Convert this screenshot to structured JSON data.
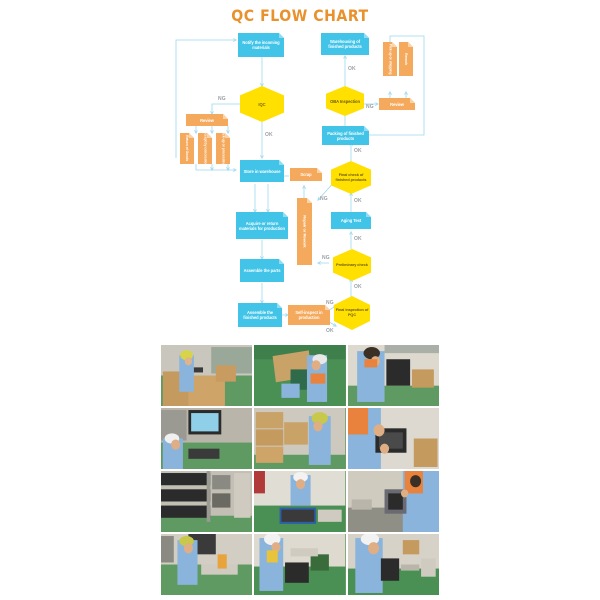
{
  "title": "QC FLOW CHART",
  "theme": {
    "title_color": "#E8912D",
    "process_color": "#41C4E8",
    "document_color": "#F5A95C",
    "decision_color": "#FFE000",
    "connector_color": "#9CD8EE",
    "label_color": "#9AA0A6",
    "background": "#FFFFFF"
  },
  "flowchart": {
    "nodes": [
      {
        "id": "notify",
        "label": "Notify the incoming materials",
        "shape": "process",
        "color": "#41C4E8"
      },
      {
        "id": "iqc",
        "label": "IQC",
        "shape": "decision",
        "color": "#FFE000"
      },
      {
        "id": "review_left",
        "label": "Review",
        "shape": "document",
        "color": "#F5A95C"
      },
      {
        "id": "return_goods",
        "label": "Return of Goods",
        "shape": "document-v",
        "color": "#F5A95C"
      },
      {
        "id": "accept_conc",
        "label": "Accept by concession",
        "shape": "document-v",
        "color": "#F5A95C"
      },
      {
        "id": "pickup_proc",
        "label": "Pick-up or processing",
        "shape": "document-v",
        "color": "#F5A95C"
      },
      {
        "id": "store_wh",
        "label": "Store in warehouse",
        "shape": "process",
        "color": "#41C4E8"
      },
      {
        "id": "acquire",
        "label": "Acquire or return materials for production",
        "shape": "process",
        "color": "#41C4E8"
      },
      {
        "id": "assemble_parts",
        "label": "Assemble the parts",
        "shape": "process",
        "color": "#41C4E8"
      },
      {
        "id": "assemble_fin",
        "label": "Assemble the finished products",
        "shape": "process",
        "color": "#41C4E8"
      },
      {
        "id": "self_inspect",
        "label": "Self-inspect in production",
        "shape": "document",
        "color": "#F5A95C"
      },
      {
        "id": "final_pqc",
        "label": "Final inspection of PQC",
        "shape": "decision",
        "color": "#FFE000"
      },
      {
        "id": "prelim_check",
        "label": "Preliminary check",
        "shape": "decision",
        "color": "#FFE000"
      },
      {
        "id": "aging_test",
        "label": "Aging Test",
        "shape": "process",
        "color": "#41C4E8"
      },
      {
        "id": "final_check",
        "label": "Final check of finished products",
        "shape": "decision",
        "color": "#FFE000"
      },
      {
        "id": "repair_rework",
        "label": "Repair or Rework",
        "shape": "document-v",
        "color": "#F5A95C"
      },
      {
        "id": "scrap",
        "label": "Scrap",
        "shape": "document",
        "color": "#F5A95C"
      },
      {
        "id": "packing",
        "label": "Packing of finished products",
        "shape": "process",
        "color": "#41C4E8"
      },
      {
        "id": "oba",
        "label": "OBA Inspection",
        "shape": "decision",
        "color": "#FFE000"
      },
      {
        "id": "warehousing",
        "label": "Warehousing of finished products",
        "shape": "process",
        "color": "#41C4E8"
      },
      {
        "id": "pickup_ship",
        "label": "Pick-up or shipping",
        "shape": "document-v",
        "color": "#F5A95C"
      },
      {
        "id": "rework_right",
        "label": "Rework",
        "shape": "document-v",
        "color": "#F5A95C"
      },
      {
        "id": "review_right",
        "label": "Review",
        "shape": "document",
        "color": "#F5A95C"
      }
    ],
    "edge_labels": [
      {
        "id": "iqc_ng",
        "text": "NG"
      },
      {
        "id": "iqc_ok",
        "text": "OK"
      },
      {
        "id": "pqc_ng",
        "text": "NG"
      },
      {
        "id": "pqc_ok_down",
        "text": "OK"
      },
      {
        "id": "pqc_ok_up",
        "text": "OK"
      },
      {
        "id": "prelim_ng",
        "text": "NG"
      },
      {
        "id": "prelim_ok",
        "text": "OK"
      },
      {
        "id": "aging_ok",
        "text": "OK"
      },
      {
        "id": "final_ng",
        "text": "NG"
      },
      {
        "id": "final_ok",
        "text": "OK"
      },
      {
        "id": "oba_ng",
        "text": "NG"
      },
      {
        "id": "oba_ok",
        "text": "OK"
      }
    ]
  },
  "photos": {
    "count": 12,
    "caption": "factory production and QC inspection photos",
    "items": [
      {
        "id": "photo-1",
        "alt": "worker packing carton boxes"
      },
      {
        "id": "photo-2",
        "alt": "workers boxing product at table"
      },
      {
        "id": "photo-3",
        "alt": "worker inspecting product at shelf"
      },
      {
        "id": "photo-4",
        "alt": "operator at computer workstation"
      },
      {
        "id": "photo-5",
        "alt": "worker beside stacked cartons"
      },
      {
        "id": "photo-6",
        "alt": "close-up of hands holding device"
      },
      {
        "id": "photo-7",
        "alt": "storage racks with components"
      },
      {
        "id": "photo-8",
        "alt": "technician at assembly bench"
      },
      {
        "id": "photo-9",
        "alt": "workers testing units on line"
      },
      {
        "id": "photo-10",
        "alt": "worker at production line station"
      },
      {
        "id": "photo-11",
        "alt": "worker handling parts on bench"
      },
      {
        "id": "photo-12",
        "alt": "worker inspecting unit in workshop"
      }
    ]
  }
}
